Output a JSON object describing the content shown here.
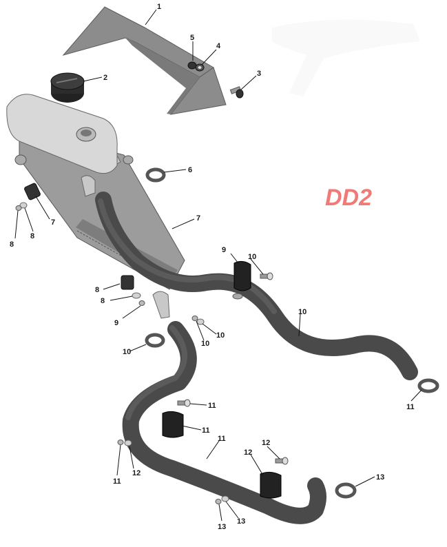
{
  "diagram_code": "DD2",
  "callouts": [
    "1",
    "2",
    "3",
    "4",
    "5",
    "6",
    "7",
    "7",
    "8",
    "8",
    "8",
    "8",
    "9",
    "9",
    "10",
    "10",
    "10",
    "10",
    "10",
    "11",
    "11",
    "11",
    "11",
    "11",
    "12",
    "12",
    "12",
    "13",
    "13",
    "13"
  ],
  "colors": {
    "diagram_code": "#f07a78",
    "hose": "#4a4a4a",
    "bracket": "#8c8c8c",
    "radiator": "#bdbdbd"
  }
}
